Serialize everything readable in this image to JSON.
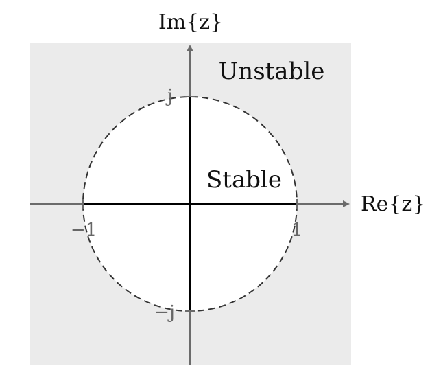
{
  "diagram": {
    "axis_labels": {
      "imaginary": "Im{z}",
      "real": "Re{z}"
    },
    "regions": {
      "outside": "Unstable",
      "inside": "Stable"
    },
    "ticks": {
      "real_neg": "−1",
      "real_pos": "1",
      "imag_pos": "j",
      "imag_neg": "−j"
    },
    "colors": {
      "unstable_region": "#ebebeb",
      "stable_region": "#ffffff",
      "axis": "#6b6b6b",
      "segment": "#000000",
      "circle_outline": "#333333"
    }
  }
}
